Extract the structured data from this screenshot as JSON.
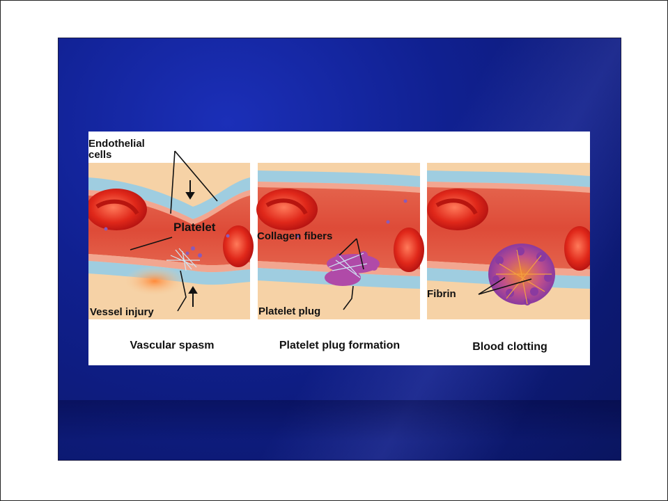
{
  "figure": {
    "panels": [
      {
        "caption": "Vascular spasm",
        "labels": {
          "endothelial": "Endothelial",
          "cells": "cells",
          "platelet": "Platelet",
          "vessel_injury": "Vessel injury"
        }
      },
      {
        "caption": "Platelet plug formation",
        "labels": {
          "collagen_fibers": "Collagen fibers",
          "platelet_plug": "Platelet plug"
        }
      },
      {
        "caption": "Blood clotting",
        "labels": {
          "fibrin": "Fibrin"
        }
      }
    ]
  },
  "colors": {
    "slide_blue": "#102090",
    "tissue": "#f6d2a6",
    "vessel_wall": "#9fcde0",
    "blood": "#e0523e",
    "rbc": "#d8281a",
    "plug": "#b04aa8"
  }
}
